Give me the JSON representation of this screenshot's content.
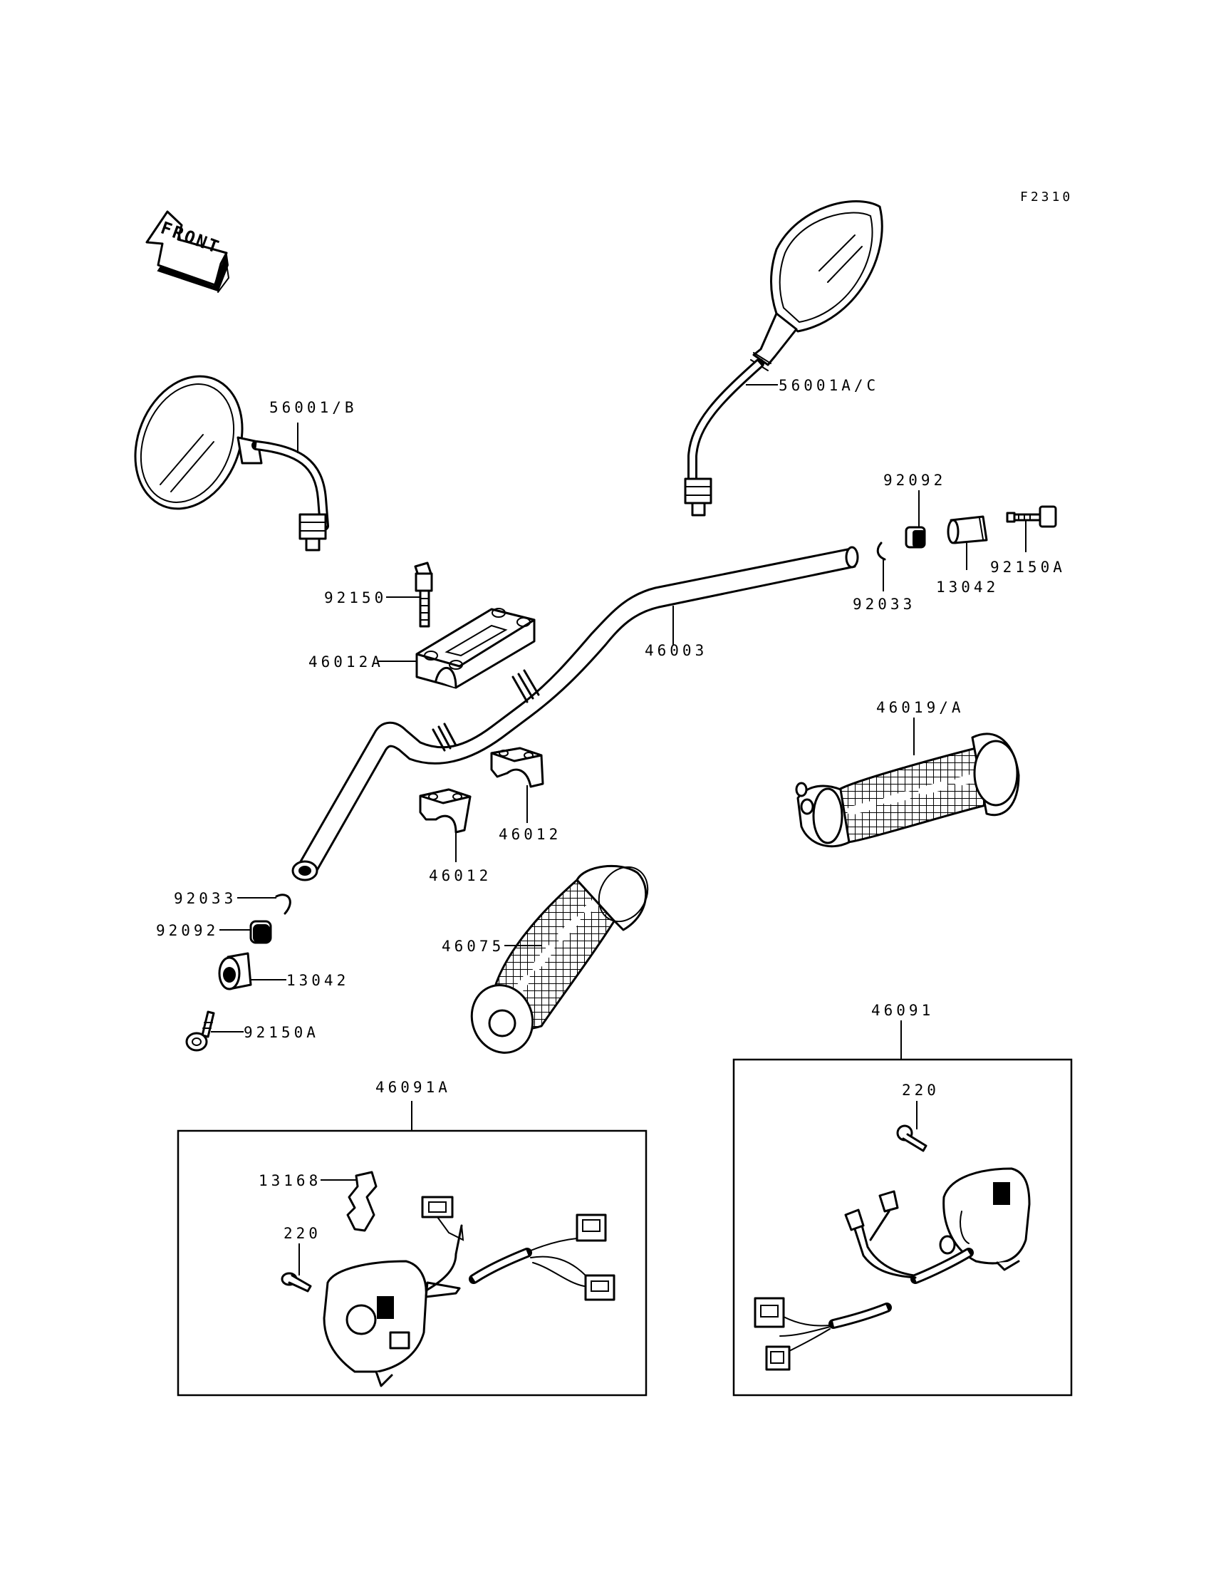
{
  "diagram": {
    "code": "F2310",
    "front_label": "FRONT",
    "labels": {
      "mirror_left": "56001/B",
      "mirror_right": "56001A/C",
      "bolt_92150": "92150",
      "holder_46012A": "46012A",
      "handlebar": "46003",
      "holder_46012_right": "46012",
      "holder_46012_left": "46012",
      "weight_92092_right": "92092",
      "clip_92033_right": "92033",
      "weight_13042_right": "13042",
      "bolt_92150A_right": "92150A",
      "grip_right": "46019/A",
      "grip_left": "46075",
      "clip_92033_left": "92033",
      "weight_92092_left": "92092",
      "weight_13042_left": "13042",
      "bolt_92150A_left": "92150A",
      "switch_left": "46091A",
      "clamp_13168": "13168",
      "screw_220_left": "220",
      "switch_right": "46091",
      "screw_220_right": "220"
    }
  }
}
